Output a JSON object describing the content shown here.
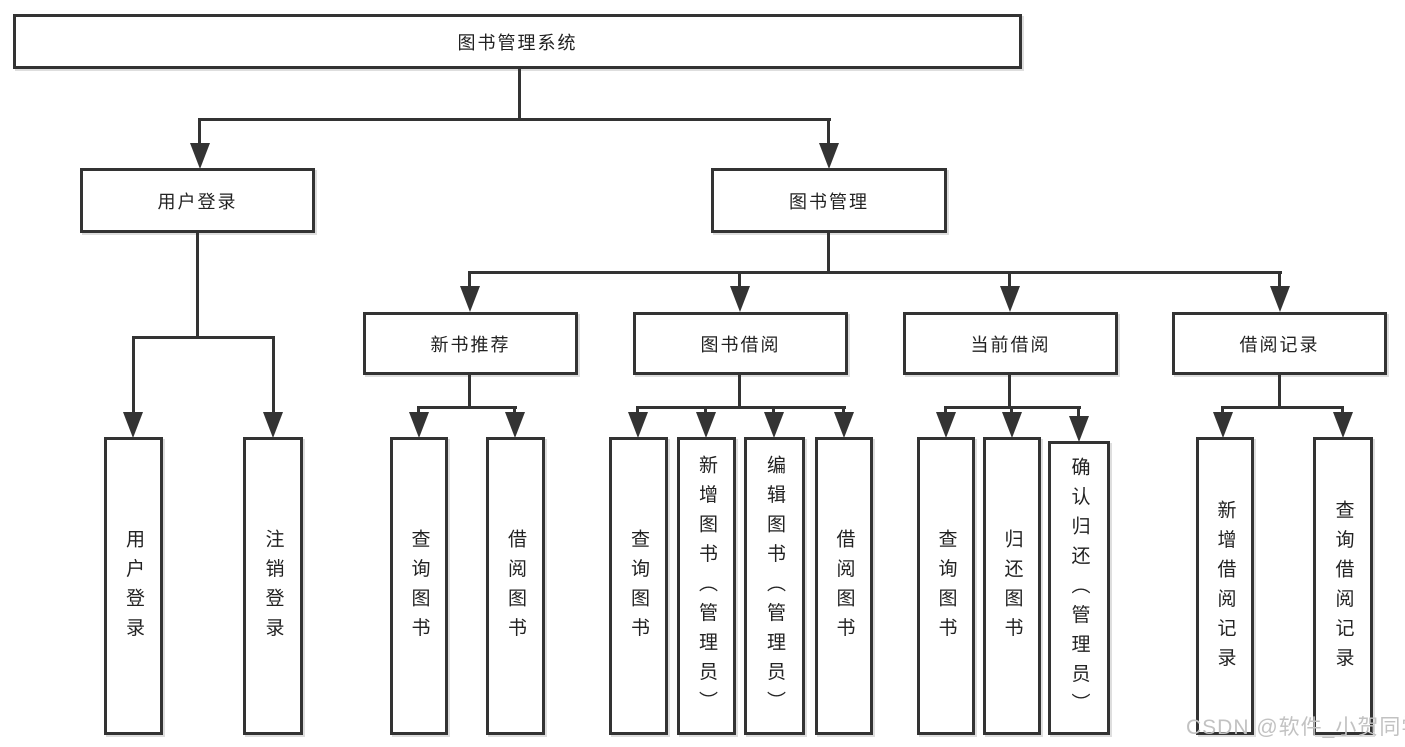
{
  "diagram": {
    "title": "图书管理系统",
    "watermark": "CSDN @软件_小贺同学",
    "colors": {
      "line": "#333333",
      "text": "#222222",
      "background": "#ffffff",
      "watermark": "#c2c2c2"
    },
    "branches": {
      "user_login": {
        "label": "用户登录",
        "children": {
          "login": "用户登录",
          "logout": "注销登录"
        }
      },
      "book_management": {
        "label": "图书管理",
        "modules": {
          "recommend": {
            "label": "新书推荐",
            "children": {
              "query_books": "查询图书",
              "borrow_books": "借阅图书"
            }
          },
          "borrowing": {
            "label": "图书借阅",
            "children": {
              "query_books": "查询图书",
              "add_books": "新增图书（管理员）",
              "edit_books": "编辑图书（管理员）",
              "borrow_books": "借阅图书"
            }
          },
          "current": {
            "label": "当前借阅",
            "children": {
              "query_books": "查询图书",
              "return_books": "归还图书",
              "confirm_return": "确认归还（管理员）"
            }
          },
          "records": {
            "label": "借阅记录",
            "children": {
              "add_record": "新增借阅记录",
              "query_record": "查询借阅记录"
            }
          }
        }
      }
    }
  }
}
